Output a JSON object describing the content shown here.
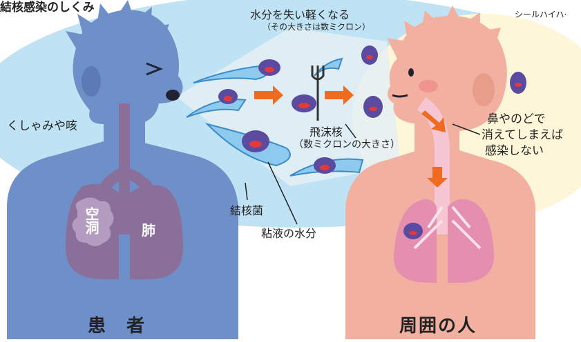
{
  "header": {
    "title_top_left": "結核感染のしくみ",
    "top_right_watermark": "シールハイハ·"
  },
  "labels": {
    "evaporation_main": "水分を失い軽くなる",
    "evaporation_sub": "（その大きさは数ミクロン）",
    "sneeze_cough": "くしゃみや咳",
    "droplet_nucleus_main": "飛沫核",
    "droplet_nucleus_sub": "（数ミクロンの大きさ）",
    "tb_bacteria": "結核菌",
    "mucus_water": "粘液の水分",
    "nose_throat_line1": "鼻やのどで",
    "nose_throat_line2": "消えてしまえば",
    "nose_throat_line3": "感染しない",
    "cavity": "空洞",
    "lung": "肺"
  },
  "captions": {
    "patient": "患　者",
    "people_around": "周囲の人"
  },
  "colors": {
    "sky_blue": "#bfe3f5",
    "pale_yellow": "#fdf6d8",
    "patient_blue": "#6f8fc9",
    "patient_lung": "#8a6f9a",
    "person_pink": "#f2b1a0",
    "person_lung": "#e58fb0",
    "arrow_orange": "#ee6b1f",
    "bacteria_purple": "#5a4aa0"
  }
}
